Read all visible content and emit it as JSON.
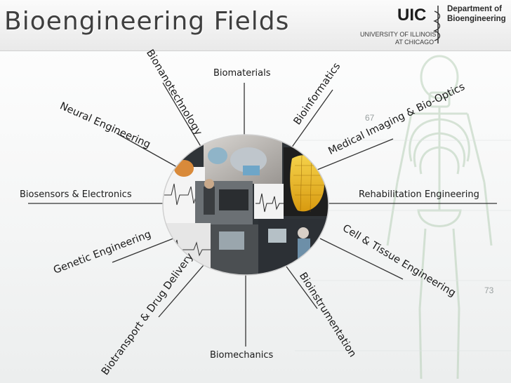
{
  "header": {
    "title": "Bioengineering Fields",
    "logo": {
      "text": "UIC",
      "line1": "UNIVERSITY OF ILLINOIS",
      "line2": "AT CHICAGO"
    },
    "department": {
      "line1": "Department of",
      "line2": "Bioengineering"
    }
  },
  "fields": {
    "biomaterials": "Biomaterials",
    "bionanotechnology": "Bionanotechnology",
    "bioinformatics": "Bioinformatics",
    "medical_imaging": "Medical Imaging & Bio-Optics",
    "neural_engineering": "Neural Engineering",
    "biosensors": "Biosensors & Electronics",
    "rehabilitation": "Rehabilitation Engineering",
    "genetic_engineering": "Genetic Engineering",
    "cell_tissue": "Cell & Tissue Engineering",
    "biotransport": "Biotransport & Drug Delivery",
    "bioinstrumentation": "Bioinstrumentation",
    "biomechanics": "Biomechanics"
  },
  "background_readouts": {
    "top": "67",
    "bottom": "73"
  },
  "colors": {
    "connector_line": "#333333",
    "skeleton": "#b8d0b8",
    "header_text": "#3f3f3f",
    "mask_yellow": "#f0c020"
  }
}
